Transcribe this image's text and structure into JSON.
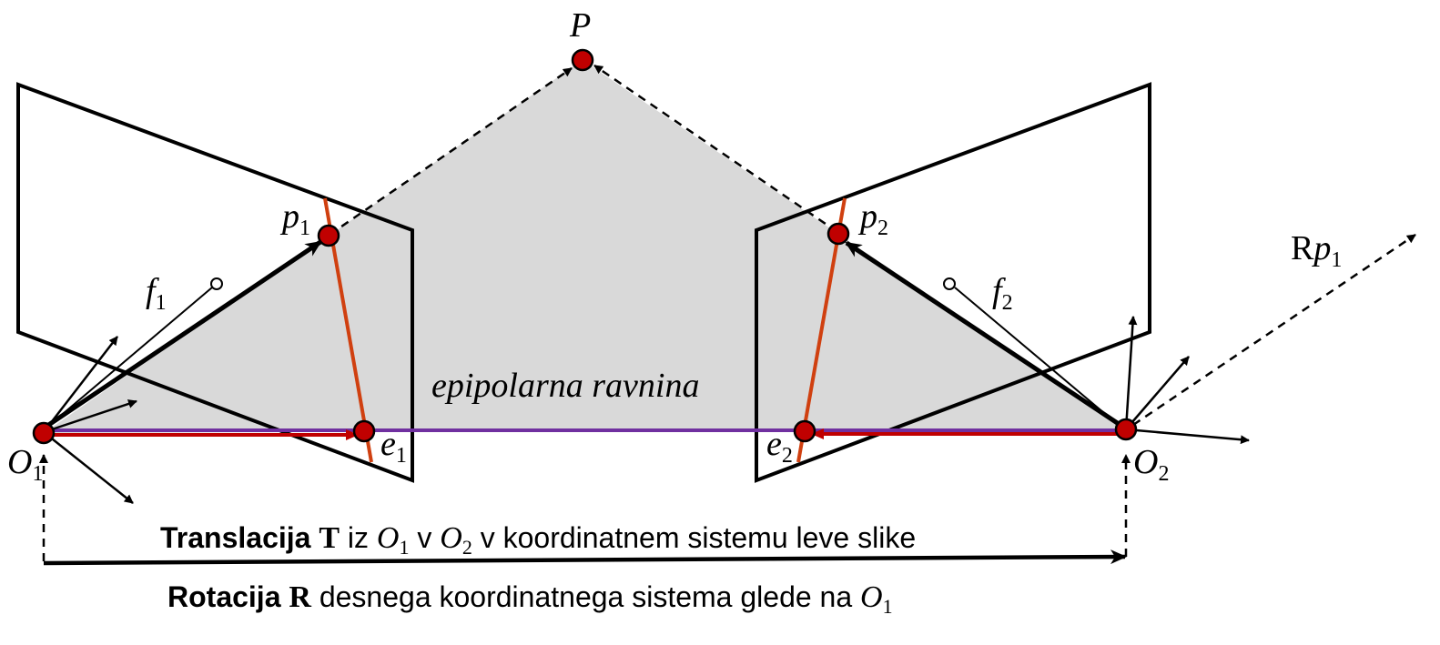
{
  "labels": {
    "P": "P",
    "p1_main": "p",
    "p1_sub": "1",
    "p2_main": "p",
    "p2_sub": "2",
    "O1_main": "O",
    "O1_sub": "1",
    "O2_main": "O",
    "O2_sub": "2",
    "e1_main": "e",
    "e1_sub": "1",
    "e2_main": "e",
    "e2_sub": "2",
    "f1_main": "f",
    "f1_sub": "1",
    "f2_main": "f",
    "f2_sub": "2",
    "Rp1_R": "R",
    "Rp1_p": "p",
    "Rp1_sub": "1",
    "epipolar_plane": "epipolarna ravnina"
  },
  "caption_translation": {
    "bold": "Translacija ",
    "T": "T",
    "iz": " iz ",
    "O1": "O",
    "O1_sub": "1",
    "v1": " v ",
    "O2": "O",
    "O2_sub": "2",
    "rest": " v koordinatnem sistemu leve slike"
  },
  "caption_rotation": {
    "bold": "Rotacija ",
    "R": "R",
    "rest": " desnega koordinatnega sistema glede na ",
    "O1": "O",
    "O1_sub": "1"
  },
  "colors": {
    "point_fill": "#c00000",
    "epipolar_line": "#d04010",
    "baseline": "#7030a0",
    "epipole_arrow": "#c00000",
    "plane_fill": "#d9d9d9"
  }
}
